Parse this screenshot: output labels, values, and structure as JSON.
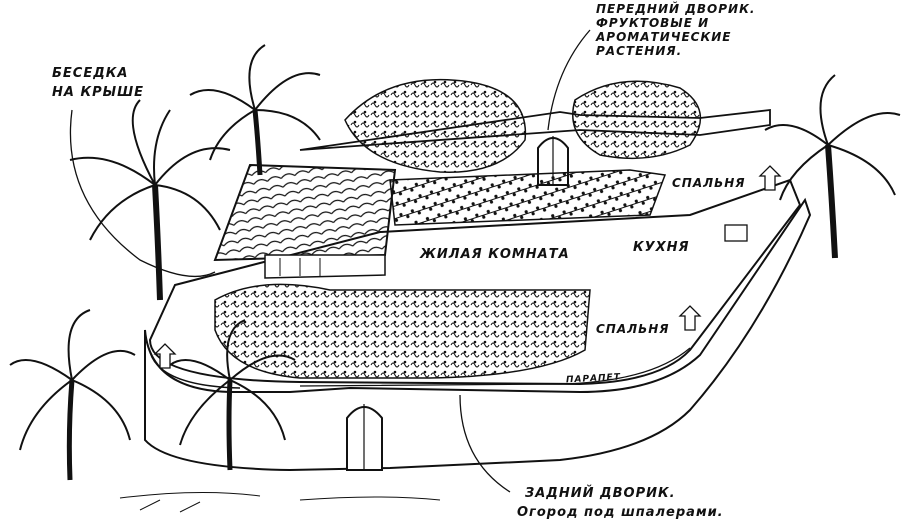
{
  "labels": {
    "rooftop_gazebo": [
      "БЕСЕДКА",
      "НА КРЫШЕ"
    ],
    "front_yard": [
      "ПЕРЕДНИЙ ДВОРИК.",
      "ФРУКТОВЫЕ И",
      "АРОМАТИЧЕСКИЕ",
      "РАСТЕНИЯ."
    ],
    "living_room": "ЖИЛАЯ КОМНАТА",
    "kitchen": "КУХНЯ",
    "bedroom_top": "СПАЛЬНЯ",
    "bedroom_bottom": "СПАЛЬНЯ",
    "parapet": "ПАРАПЕТ",
    "back_yard": [
      "ЗАДНИЙ ДВОРИК.",
      "Огород под шпалерами."
    ]
  },
  "colors": {
    "ink": "#111111",
    "paper": "#ffffff"
  }
}
